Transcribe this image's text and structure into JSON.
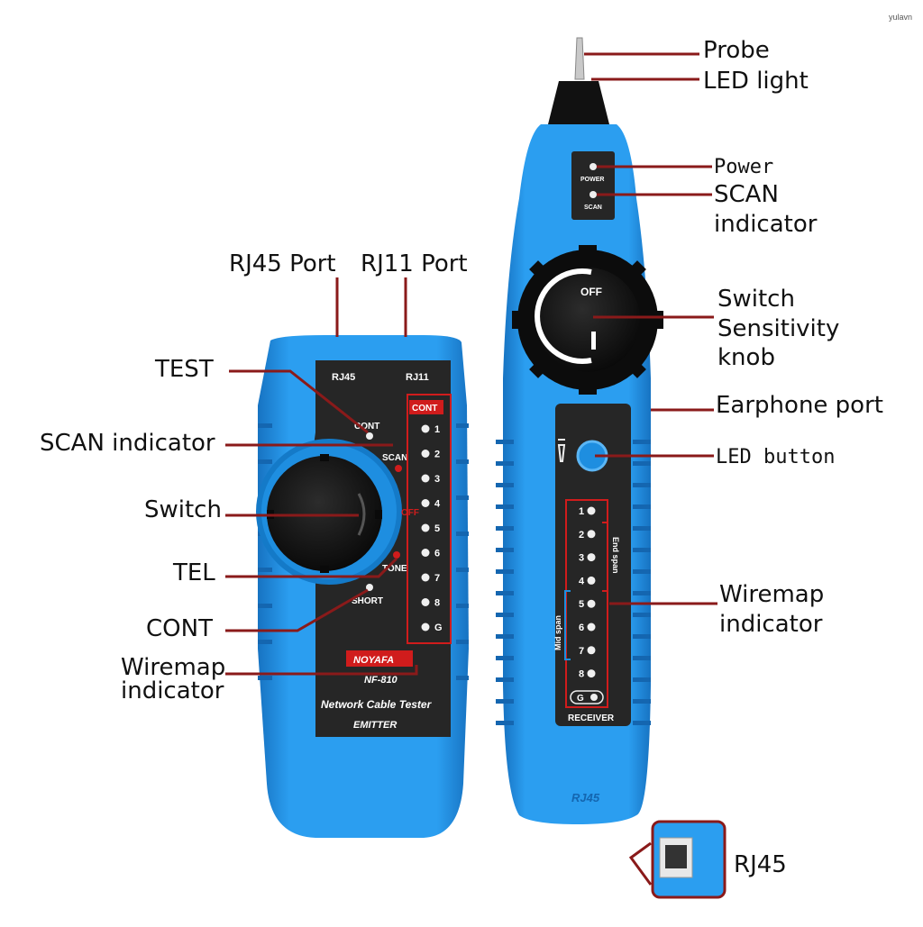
{
  "watermark": "yulavn",
  "emitter": {
    "port_rj45": "RJ45",
    "port_rj11": "RJ11",
    "mode_cont": "CONT",
    "mode_scan": "SCAN",
    "mode_off": "OFF",
    "mode_tone": "TONE",
    "mode_short": "SHORT",
    "wiremap_header": "CONT",
    "wiremap_labels": [
      "1",
      "2",
      "3",
      "4",
      "5",
      "6",
      "7",
      "8",
      "G"
    ],
    "brand": "NOYAFA",
    "model": "NF-810",
    "product_name": "Network Cable Tester",
    "unit_name": "EMITTER"
  },
  "receiver": {
    "power_label": "POWER",
    "scan_label": "SCAN",
    "knob_off": "OFF",
    "wiremap_labels": [
      "1",
      "2",
      "3",
      "4",
      "5",
      "6",
      "7",
      "8"
    ],
    "ground_label": "G",
    "end_span": "End span",
    "mid_span": "Mid span",
    "unit_name": "RECEIVER",
    "port_label": "RJ45"
  },
  "callouts": {
    "probe": "Probe",
    "led_light": "LED light",
    "power": "Power",
    "scan_indicator_right_1": "SCAN",
    "scan_indicator_right_2": "indicator",
    "switch_right": "Switch",
    "sensitivity": "Sensitivity",
    "knob": "knob",
    "earphone_port": "Earphone port",
    "led_button": "LED button",
    "wiremap_right_1": "Wiremap",
    "wiremap_right_2": "indicator",
    "rj45_port": "RJ45 Port",
    "rj11_port": "RJ11 Port",
    "test": "TEST",
    "scan_indicator_left": "SCAN indicator",
    "switch_left": "Switch",
    "tel": "TEL",
    "cont": "CONT",
    "wiremap_left_1": "Wiremap",
    "wiremap_left_2": "indicator",
    "rj45_inset": "RJ45"
  },
  "colors": {
    "body_blue": "#1e8ee0",
    "body_blue_dark": "#1468b4",
    "panel": "#2a2a2a",
    "knob": "#151515",
    "leader": "#8a1a1a",
    "led_red": "#d01c1c"
  }
}
